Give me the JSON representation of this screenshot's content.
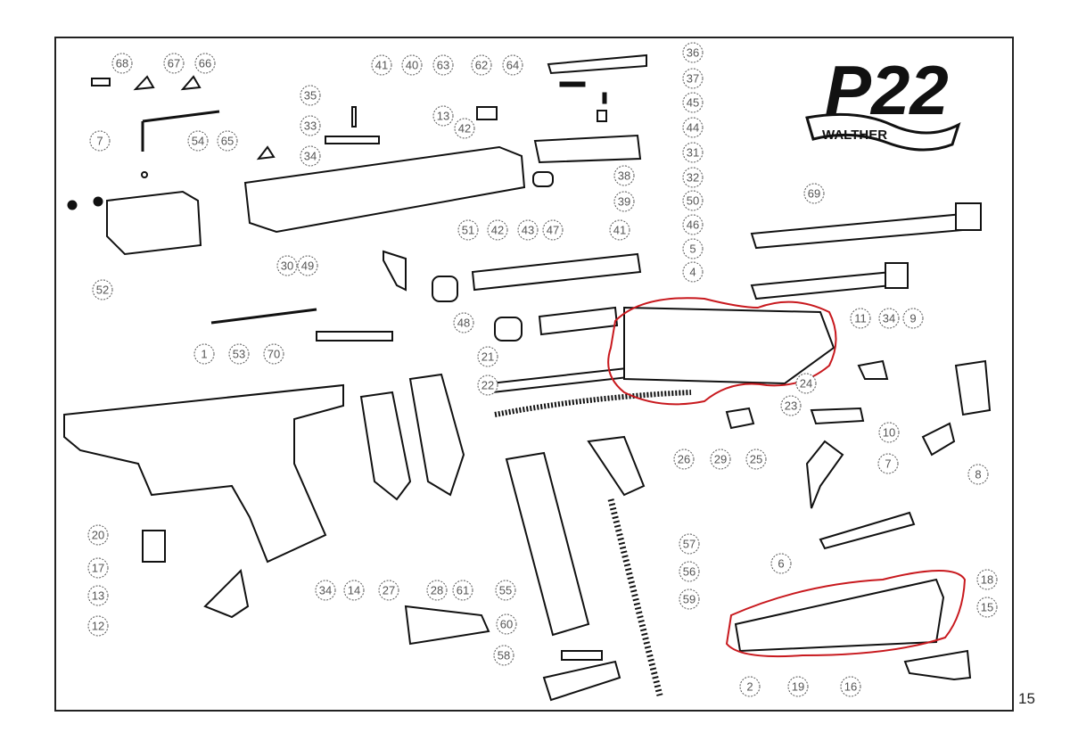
{
  "logo": {
    "model": "P22",
    "brand": "WALTHER"
  },
  "page_number": "15",
  "highlight_color": "#c8191e",
  "callouts": [
    "68",
    "67",
    "66",
    "41",
    "40",
    "63",
    "62",
    "64",
    "36",
    "37",
    "45",
    "44",
    "31",
    "32",
    "35",
    "33",
    "34",
    "54",
    "65",
    "7",
    "13",
    "42",
    "38",
    "39",
    "41",
    "69",
    "50",
    "46",
    "5",
    "4",
    "51",
    "42",
    "43",
    "47",
    "30",
    "49",
    "52",
    "48",
    "53",
    "70",
    "1",
    "21",
    "22",
    "11",
    "34",
    "9",
    "24",
    "23",
    "10",
    "26",
    "29",
    "25",
    "7",
    "8",
    "20",
    "17",
    "13",
    "12",
    "34",
    "14",
    "27",
    "28",
    "61",
    "55",
    "57",
    "56",
    "59",
    "60",
    "58",
    "6",
    "18",
    "15",
    "2",
    "19",
    "16"
  ]
}
